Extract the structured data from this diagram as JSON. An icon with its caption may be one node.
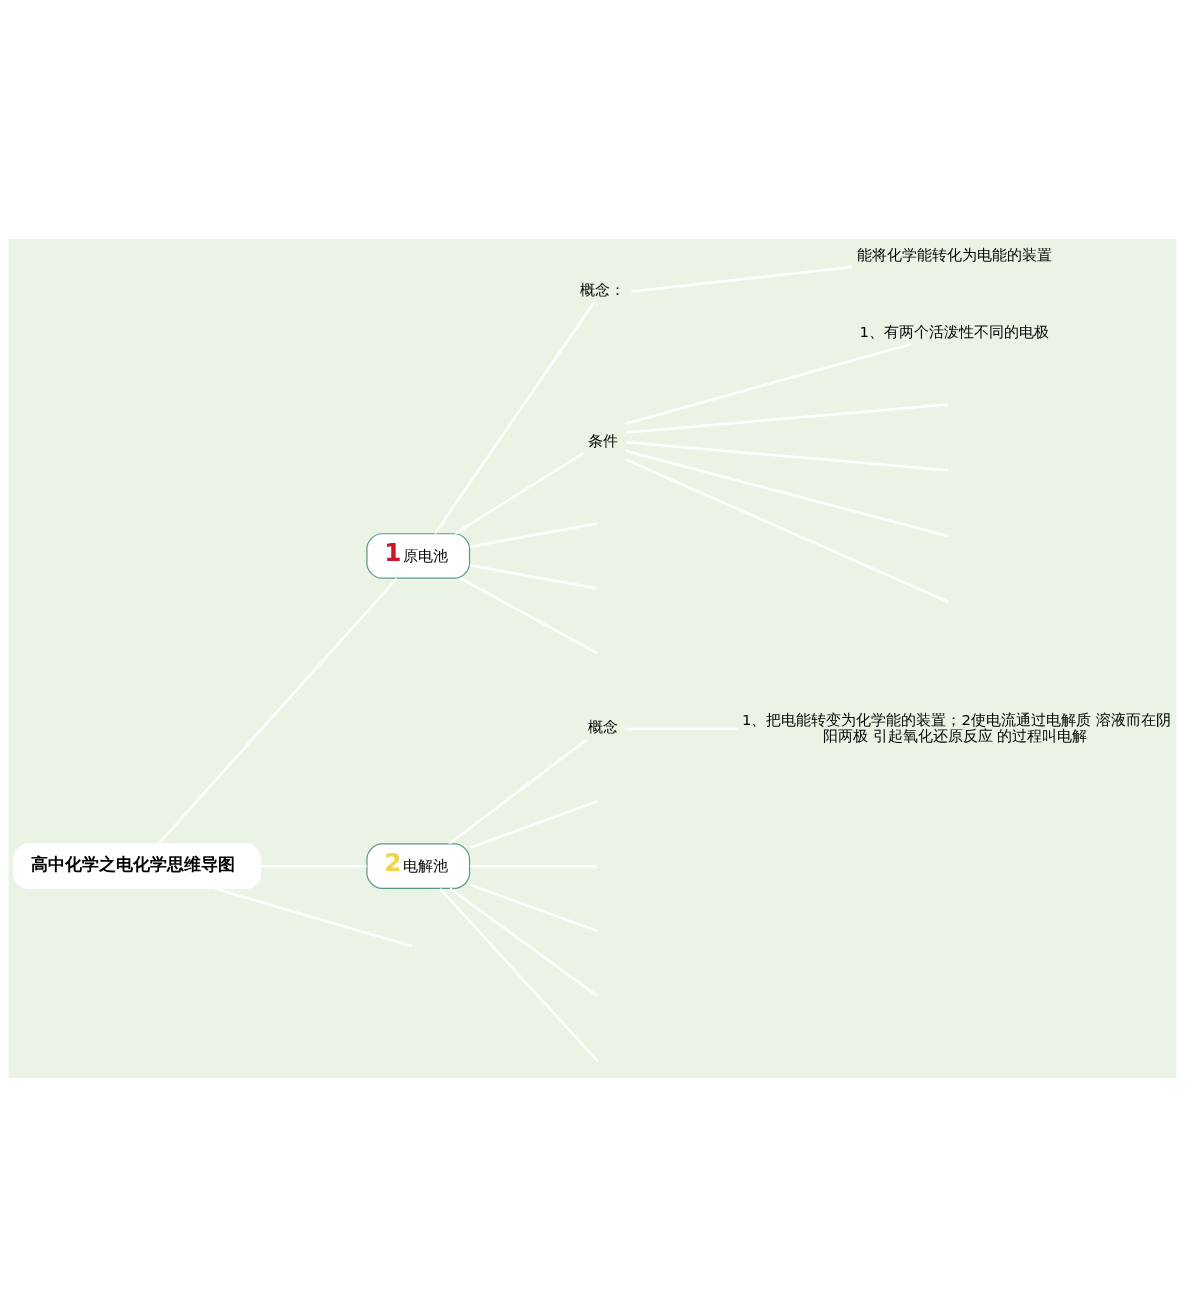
{
  "diagram": {
    "nodes": [
      {
        "text": [
          "高中化学之电化学思维导图"
        ]
      },
      {
        "text": [
          "1",
          "原电池"
        ]
      },
      {
        "text": [
          "概念："
        ]
      },
      {
        "text": [
          "能将化学能转化为电能的装置"
        ]
      },
      {
        "text": [
          "条件"
        ]
      },
      {
        "text": [
          "1、有两个活泼性不同的电极"
        ]
      },
      {
        "text": [
          "2",
          "电解池"
        ]
      },
      {
        "text": [
          "概念"
        ]
      },
      {
        "text": [
          "1、把电能转变为化学能的装置；2使电流通过电解质 溶液而在阴阳两极 引起氧化还原反应 的过程叫电解"
        ]
      }
    ],
    "edges": [
      {
        "from": 0,
        "to": 1,
        "arrow": "none"
      },
      {
        "from": 0,
        "to": 6,
        "arrow": "none"
      },
      {
        "from": 0,
        "to": null,
        "arrow": "none"
      },
      {
        "from": 1,
        "to": 2,
        "arrow": "none"
      },
      {
        "from": 1,
        "to": 4,
        "arrow": "none"
      },
      {
        "from": 1,
        "to": null,
        "arrow": "none"
      },
      {
        "from": 1,
        "to": null,
        "arrow": "none"
      },
      {
        "from": 1,
        "to": null,
        "arrow": "none"
      },
      {
        "from": 2,
        "to": 3,
        "arrow": "none"
      },
      {
        "from": 4,
        "to": 5,
        "arrow": "none"
      },
      {
        "from": 4,
        "to": null,
        "arrow": "none"
      },
      {
        "from": 4,
        "to": null,
        "arrow": "none"
      },
      {
        "from": 4,
        "to": null,
        "arrow": "none"
      },
      {
        "from": 4,
        "to": null,
        "arrow": "none"
      },
      {
        "from": 6,
        "to": 7,
        "arrow": "none"
      },
      {
        "from": 6,
        "to": null,
        "arrow": "none"
      },
      {
        "from": 6,
        "to": null,
        "arrow": "none"
      },
      {
        "from": 6,
        "to": null,
        "arrow": "none"
      },
      {
        "from": 6,
        "to": null,
        "arrow": "none"
      },
      {
        "from": 6,
        "to": null,
        "arrow": "none"
      },
      {
        "from": 7,
        "to": 8,
        "arrow": "none"
      }
    ]
  }
}
